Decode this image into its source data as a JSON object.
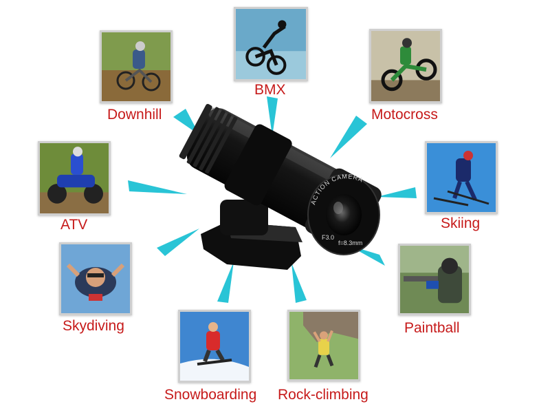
{
  "camera": {
    "brand_text": "ACTION CAMERA",
    "aperture_text": "F3.0",
    "focal_text": "f=8.3mm"
  },
  "sports": [
    {
      "label": "BMX",
      "icon": "bmx-photo"
    },
    {
      "label": "Downhill",
      "icon": "downhill-photo"
    },
    {
      "label": "Motocross",
      "icon": "motocross-photo"
    },
    {
      "label": "ATV",
      "icon": "atv-photo"
    },
    {
      "label": "Skiing",
      "icon": "skiing-photo"
    },
    {
      "label": "Skydiving",
      "icon": "skydiving-photo"
    },
    {
      "label": "Paintball",
      "icon": "paintball-photo"
    },
    {
      "label": "Snowboarding",
      "icon": "snowboarding-photo"
    },
    {
      "label": "Rock-climbing",
      "icon": "rock-climbing-photo"
    }
  ],
  "colors": {
    "ray": "#29c4d6",
    "label": "#c61a1a",
    "frame": "#cfcfcf"
  }
}
